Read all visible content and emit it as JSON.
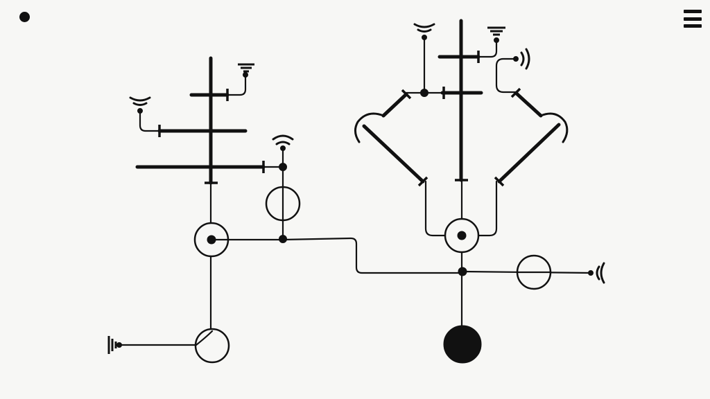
{
  "theme": {
    "background": "#f7f7f5",
    "ink": "#111111"
  },
  "controls": {
    "status_dot_icon": "filled-dot-icon",
    "menu_icon": "hamburger-menu-icon"
  },
  "puzzle": {
    "left_circuit": {
      "nodes": [
        "junction-node",
        "junction-node",
        "junction-node"
      ],
      "rotators": [
        "ring-rotator-with-center",
        "ring-rotator-empty",
        "ring-rotator-bottom"
      ],
      "emitters": [
        "signal-icon-down-left",
        "signal-icon-down-top",
        "signal-icon-up",
        "antenna-icon-left"
      ]
    },
    "right_circuit": {
      "rotators": [
        "ring-rotator-with-center",
        "ring-rotator-right"
      ],
      "emitters": [
        "signal-icon-down-top",
        "antenna-icon-top",
        "signal-icon-right",
        "signal-icon-left-far"
      ],
      "core": "filled-core-node"
    }
  }
}
